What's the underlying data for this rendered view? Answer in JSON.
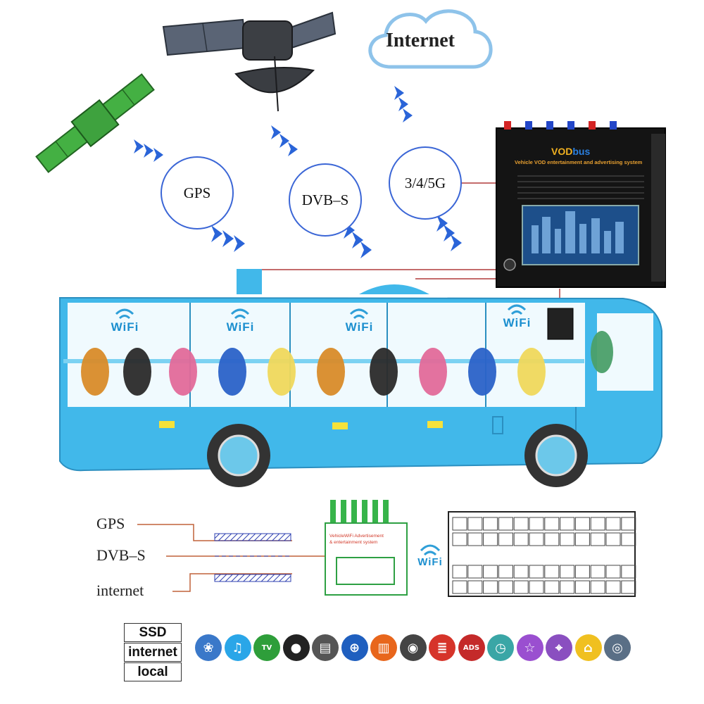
{
  "cloud": {
    "label": "Internet"
  },
  "circles": {
    "gps": "GPS",
    "dvbs": "DVB–S",
    "cell": "3/4/5G"
  },
  "device": {
    "brand": "VOD",
    "brand_suffix": "bus",
    "subtitle": "Vehicle VOD entertainment and advertising system"
  },
  "bus": {
    "wifi_labels": [
      "WiFi",
      "WiFi",
      "WiFi",
      "WiFi"
    ]
  },
  "inputs": {
    "gps": "GPS",
    "dvbs": "DVB–S",
    "internet": "internet"
  },
  "router": {
    "text_line1": "VehicleWiFi Advertisement",
    "text_line2": "& entertainment system"
  },
  "wifi_small": "WiFi",
  "sources": [
    "SSD",
    "internet",
    "local"
  ],
  "apps": [
    {
      "icon": "film-reel-icon",
      "color": "#3a78c9",
      "glyph": "❀"
    },
    {
      "icon": "music-icon",
      "color": "#2aa6e8",
      "glyph": "♫"
    },
    {
      "icon": "tv-icon",
      "color": "#2e9e3a",
      "glyph": "TV"
    },
    {
      "icon": "gamepad-icon",
      "color": "#222222",
      "glyph": "●"
    },
    {
      "icon": "radio-icon",
      "color": "#555555",
      "glyph": "▤"
    },
    {
      "icon": "web-browser-icon",
      "color": "#1f5fbf",
      "glyph": "⊕"
    },
    {
      "icon": "book-icon",
      "color": "#e8661c",
      "glyph": "▥"
    },
    {
      "icon": "camera-icon",
      "color": "#444444",
      "glyph": "◉"
    },
    {
      "icon": "news-icon",
      "color": "#d6342a",
      "glyph": "≣"
    },
    {
      "icon": "ads-icon",
      "color": "#c42a2a",
      "glyph": "ADS"
    },
    {
      "icon": "clock-icon",
      "color": "#3aa6a6",
      "glyph": "◷"
    },
    {
      "icon": "shopping-cart-icon",
      "color": "#9a4fd0",
      "glyph": "☆"
    },
    {
      "icon": "location-pin-icon",
      "color": "#8a4fc0",
      "glyph": "⌖"
    },
    {
      "icon": "hotel-icon",
      "color": "#f0c020",
      "glyph": "⌂"
    },
    {
      "icon": "globe-hand-icon",
      "color": "#5a6f86",
      "glyph": "◎"
    }
  ]
}
